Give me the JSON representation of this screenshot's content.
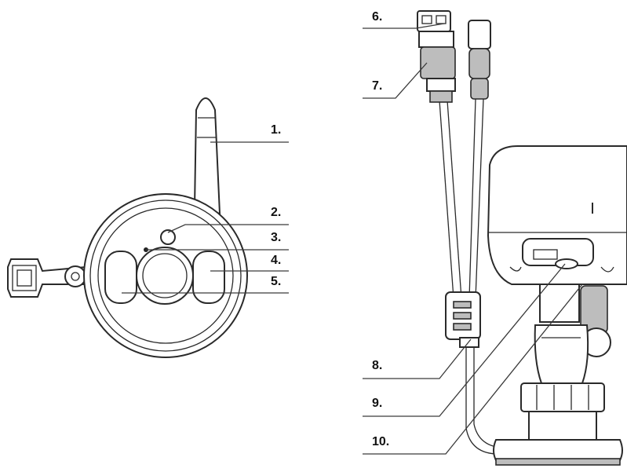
{
  "diagram": {
    "front_view_labels": [
      "1.",
      "2.",
      "3.",
      "4.",
      "5."
    ],
    "side_view_labels": [
      "6.",
      "7.",
      "8.",
      "9.",
      "10."
    ]
  }
}
